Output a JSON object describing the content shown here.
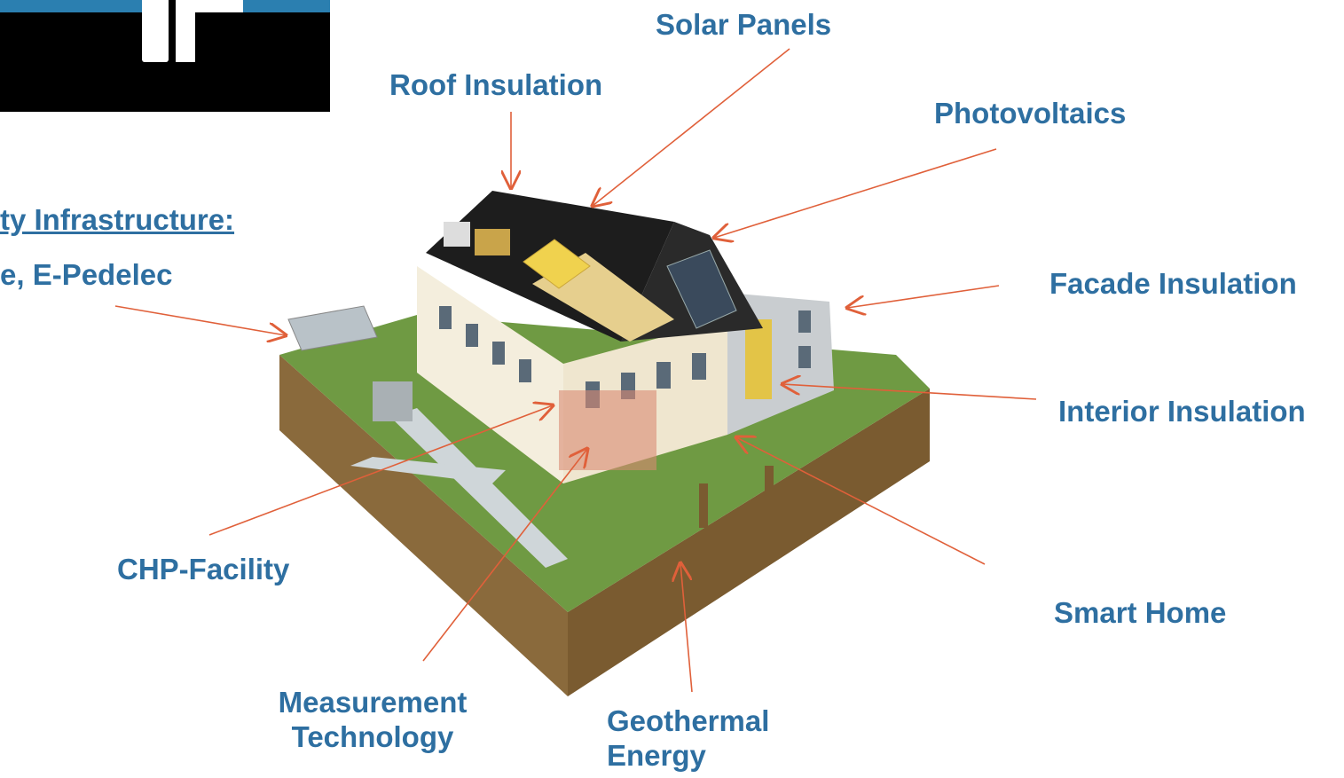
{
  "labels": {
    "solar_panels": "Solar Panels",
    "roof_insulation": "Roof Insulation",
    "photovoltaics": "Photovoltaics",
    "facade_insulation": "Facade Insulation",
    "interior_insulation": "Interior Insulation",
    "mobility_infrastructure": "ty Infrastructure:",
    "e_pedelec": "e, E-Pedelec",
    "chp_facility": "CHP-Facility",
    "smart_home": "Smart Home",
    "measurement_technology_l1": "Measurement",
    "measurement_technology_l2": "Technology",
    "geothermal_energy_l1": "Geothermal",
    "geothermal_energy_l2": "Energy"
  },
  "colors": {
    "label_text": "#2e6fa1",
    "arrow": "#e0603a",
    "grass": "#6f9a43",
    "soil": "#8a6a3c",
    "roof": "#1d1d1d",
    "wall": "#f4eedd"
  }
}
